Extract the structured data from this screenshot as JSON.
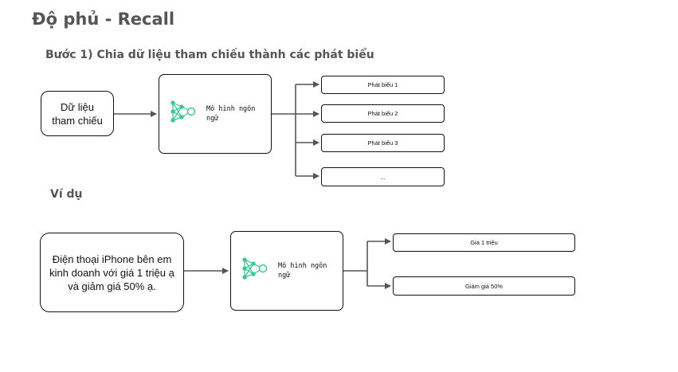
{
  "title": "Độ phủ - Recall",
  "step1": {
    "heading": "Bước 1) Chia dữ liệu tham chiếu thành các phát biểu",
    "input": "Dữ liệu tham chiếu",
    "model": "Mô hình ngôn ngữ",
    "outputs": [
      "Phát biểu 1",
      "Phát biểu 2",
      "Phát biểu 3",
      "..."
    ]
  },
  "example": {
    "heading": "Ví dụ",
    "input": "Điện thoại iPhone bên em kinh doanh với giá 1 triệu ạ và giảm giá 50% ạ.",
    "model": "Mô hình ngôn ngữ",
    "outputs": [
      "Giá 1 triệu",
      "Giảm giá 50%"
    ]
  },
  "colors": {
    "icon": "#2ecc8f",
    "text_heading": "#555555",
    "border": "#111111"
  }
}
